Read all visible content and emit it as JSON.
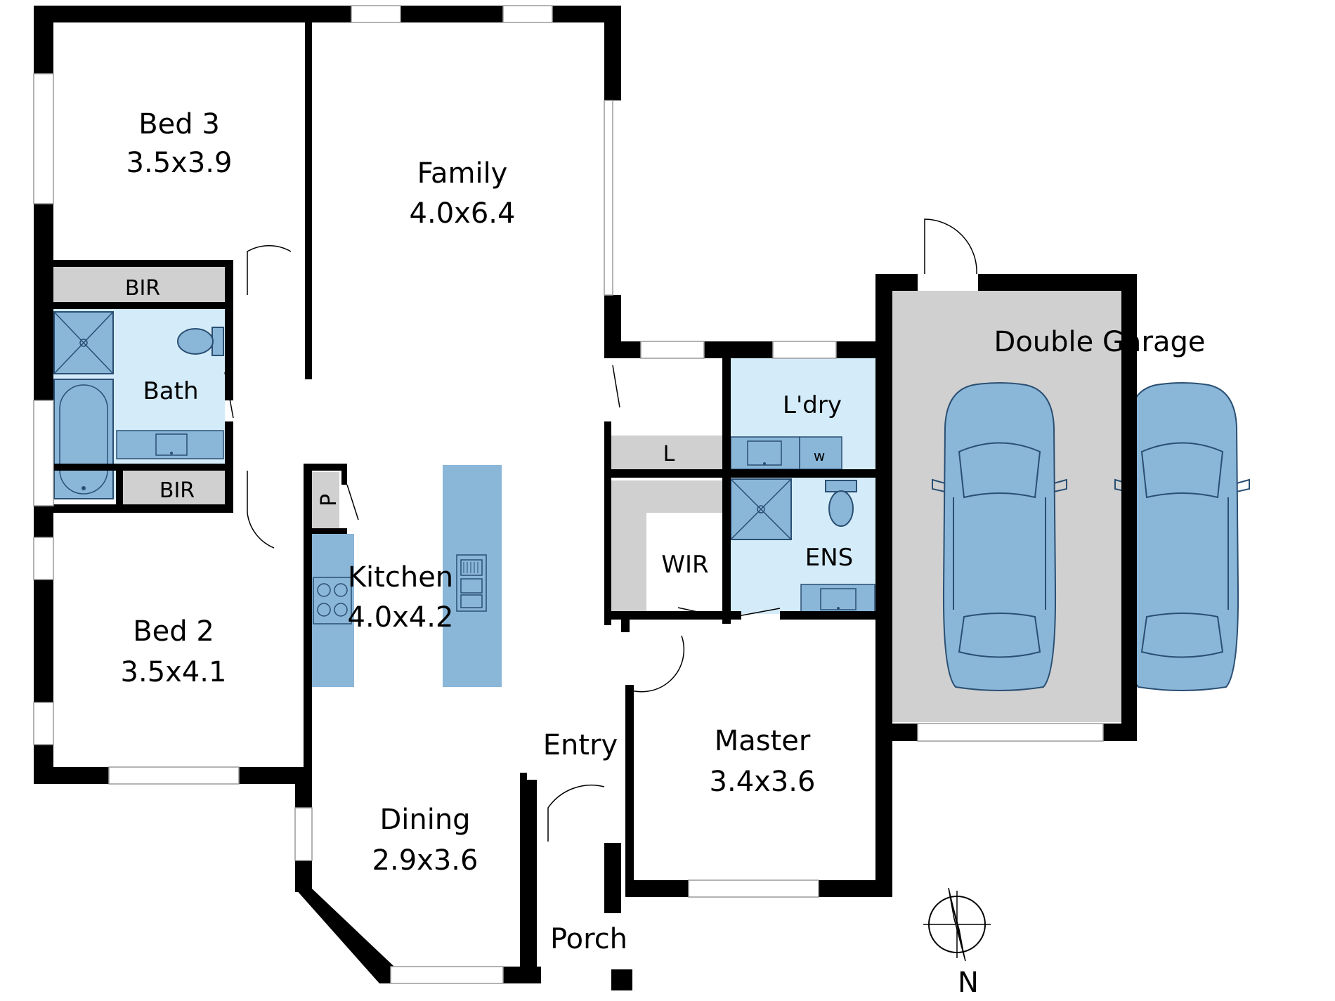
{
  "rooms": {
    "bed3": {
      "name": "Bed  3",
      "size": "3.5x3.9"
    },
    "family": {
      "name": "Family",
      "size": "4.0x6.4"
    },
    "bir_top": {
      "name": "BIR"
    },
    "bath": {
      "name": "Bath"
    },
    "bir_bottom": {
      "name": "BIR"
    },
    "pantry": {
      "name": "P"
    },
    "kitchen": {
      "name": "Kitchen",
      "size": "4.0x4.2"
    },
    "bed2": {
      "name": "Bed  2",
      "size": "3.5x4.1"
    },
    "dining": {
      "name": "Dining",
      "size": "2.9x3.6"
    },
    "entry": {
      "name": "Entry"
    },
    "porch": {
      "name": "Porch"
    },
    "linen": {
      "name": "L"
    },
    "laundry": {
      "name": "L'dry"
    },
    "washer": {
      "name": "w"
    },
    "wir": {
      "name": "WIR"
    },
    "ensuite": {
      "name": "ENS"
    },
    "master": {
      "name": "Master",
      "size": "3.4x3.6"
    },
    "garage": {
      "name": "Double Garage"
    }
  },
  "compass": {
    "label": "N"
  },
  "colors": {
    "wet_area": "#d4ecfa",
    "fixture": "#8ab6d8",
    "storage": "#d0d0d0",
    "garage_floor": "#d0d0d0",
    "car": "#8ab6d8",
    "wall": "#000000"
  },
  "icons": [
    "toilet-icon",
    "shower-icon",
    "bathtub-icon",
    "vanity-sink-icon",
    "cooktop-icon",
    "double-sink-icon",
    "car-icon",
    "compass-icon"
  ]
}
